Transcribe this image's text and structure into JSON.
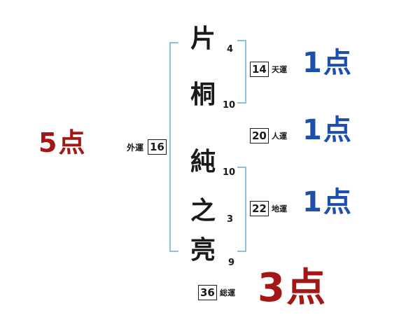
{
  "name_chars": [
    {
      "char": "片",
      "strokes": "4"
    },
    {
      "char": "桐",
      "strokes": "10"
    },
    {
      "char": "純",
      "strokes": "10"
    },
    {
      "char": "之",
      "strokes": "3"
    },
    {
      "char": "亮",
      "strokes": "9"
    }
  ],
  "fortunes": {
    "outer": {
      "label": "外運",
      "value": "16",
      "score": "5点"
    },
    "heaven": {
      "label": "天運",
      "value": "14",
      "score": "1点"
    },
    "person": {
      "label": "人運",
      "value": "20",
      "score": "1点"
    },
    "earth": {
      "label": "地運",
      "value": "22",
      "score": "1点"
    },
    "total": {
      "label": "総運",
      "value": "36",
      "score": "3点"
    }
  },
  "colors": {
    "score_red": "#a31717",
    "score_blue": "#1d4fae",
    "bracket_blue": "#8fc1dd",
    "ink": "#1a1a1a"
  }
}
